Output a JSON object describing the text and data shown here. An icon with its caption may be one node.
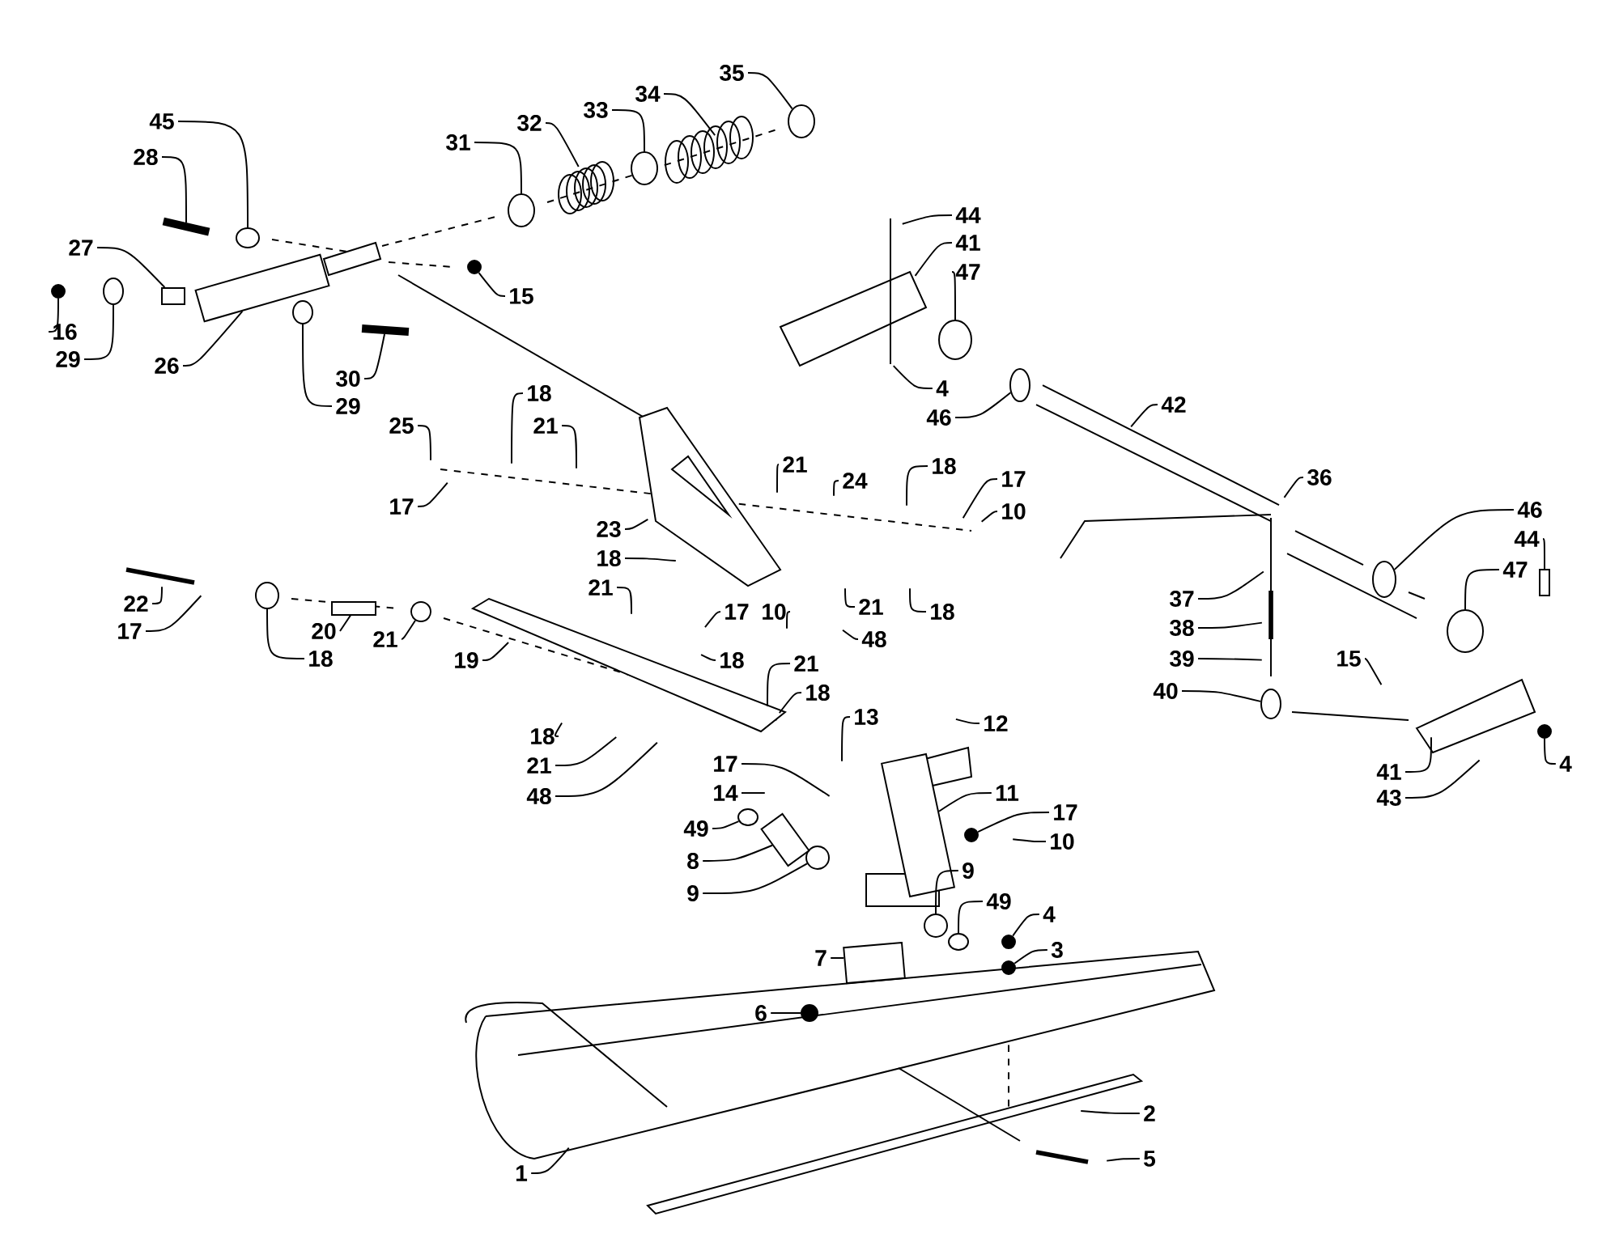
{
  "diagram": {
    "nodes": [
      {
        "text": [
          "45"
        ]
      },
      {
        "text": [
          "28"
        ]
      },
      {
        "text": [
          "27"
        ]
      },
      {
        "text": [
          "16"
        ]
      },
      {
        "text": [
          "29"
        ]
      },
      {
        "text": [
          "26"
        ]
      },
      {
        "text": [
          "31"
        ]
      },
      {
        "text": [
          "32"
        ]
      },
      {
        "text": [
          "33"
        ]
      },
      {
        "text": [
          "34"
        ]
      },
      {
        "text": [
          "35"
        ]
      },
      {
        "text": [
          "15"
        ]
      },
      {
        "text": [
          "30"
        ]
      },
      {
        "text": [
          "29"
        ]
      },
      {
        "text": [
          "44"
        ]
      },
      {
        "text": [
          "41"
        ]
      },
      {
        "text": [
          "47"
        ]
      },
      {
        "text": [
          "4"
        ]
      },
      {
        "text": [
          "46"
        ]
      },
      {
        "text": [
          "42"
        ]
      },
      {
        "text": [
          "36"
        ]
      },
      {
        "text": [
          "18"
        ]
      },
      {
        "text": [
          "21"
        ]
      },
      {
        "text": [
          "25"
        ]
      },
      {
        "text": [
          "17"
        ]
      },
      {
        "text": [
          "21"
        ]
      },
      {
        "text": [
          "24"
        ]
      },
      {
        "text": [
          "18"
        ]
      },
      {
        "text": [
          "17"
        ]
      },
      {
        "text": [
          "10"
        ]
      },
      {
        "text": [
          "23"
        ]
      },
      {
        "text": [
          "18"
        ]
      },
      {
        "text": [
          "21"
        ]
      },
      {
        "text": [
          "22"
        ]
      },
      {
        "text": [
          "17"
        ]
      },
      {
        "text": [
          "20"
        ]
      },
      {
        "text": [
          "18"
        ]
      },
      {
        "text": [
          "21"
        ]
      },
      {
        "text": [
          "19"
        ]
      },
      {
        "text": [
          "17"
        ]
      },
      {
        "text": [
          "10"
        ]
      },
      {
        "text": [
          "21"
        ]
      },
      {
        "text": [
          "18"
        ]
      },
      {
        "text": [
          "48"
        ]
      },
      {
        "text": [
          "18"
        ]
      },
      {
        "text": [
          "21"
        ]
      },
      {
        "text": [
          "18"
        ]
      },
      {
        "text": [
          "13"
        ]
      },
      {
        "text": [
          "12"
        ]
      },
      {
        "text": [
          "18"
        ]
      },
      {
        "text": [
          "21"
        ]
      },
      {
        "text": [
          "48"
        ]
      },
      {
        "text": [
          "17"
        ]
      },
      {
        "text": [
          "14"
        ]
      },
      {
        "text": [
          "11"
        ]
      },
      {
        "text": [
          "49"
        ]
      },
      {
        "text": [
          "17"
        ]
      },
      {
        "text": [
          "10"
        ]
      },
      {
        "text": [
          "8"
        ]
      },
      {
        "text": [
          "9"
        ]
      },
      {
        "text": [
          "9"
        ]
      },
      {
        "text": [
          "49"
        ]
      },
      {
        "text": [
          "4"
        ]
      },
      {
        "text": [
          "3"
        ]
      },
      {
        "text": [
          "7"
        ]
      },
      {
        "text": [
          "6"
        ]
      },
      {
        "text": [
          "2"
        ]
      },
      {
        "text": [
          "5"
        ]
      },
      {
        "text": [
          "1"
        ]
      },
      {
        "text": [
          "46"
        ]
      },
      {
        "text": [
          "44"
        ]
      },
      {
        "text": [
          "47"
        ]
      },
      {
        "text": [
          "37"
        ]
      },
      {
        "text": [
          "38"
        ]
      },
      {
        "text": [
          "39"
        ]
      },
      {
        "text": [
          "40"
        ]
      },
      {
        "text": [
          "15"
        ]
      },
      {
        "text": [
          "41"
        ]
      },
      {
        "text": [
          "43"
        ]
      },
      {
        "text": [
          "4"
        ]
      },
      {
        "text": [],
        "shape": "circle"
      },
      {
        "text": [],
        "shape": "circle"
      },
      {
        "text": [],
        "shape": "circle"
      },
      {
        "text": [],
        "shape": "circle"
      },
      {
        "text": [],
        "shape": "circle"
      },
      {
        "text": [],
        "shape": "circle"
      },
      {
        "text": [],
        "shape": "circle"
      },
      {
        "text": [],
        "shape": "circle"
      },
      {
        "text": [],
        "shape": "circle"
      },
      {
        "text": [],
        "shape": "circle"
      },
      {
        "text": [],
        "shape": "circle"
      },
      {
        "text": [],
        "shape": "circle"
      },
      {
        "text": [],
        "shape": "circle"
      },
      {
        "text": [],
        "shape": "circle"
      },
      {
        "text": [],
        "shape": "circle"
      },
      {
        "text": [],
        "shape": "circle"
      },
      {
        "text": [],
        "shape": "circle"
      },
      {
        "text": [],
        "shape": "circle"
      },
      {
        "text": [],
        "shape": "circle"
      },
      {
        "text": [],
        "shape": "circle"
      },
      {
        "text": [],
        "shape": "circle"
      },
      {
        "text": [],
        "shape": "circle"
      },
      {
        "text": [],
        "shape": "circle"
      },
      {
        "text": [],
        "shape": "circle"
      },
      {
        "text": [],
        "shape": "bar"
      },
      {
        "text": [],
        "shape": "bar"
      },
      {
        "text": [],
        "shape": "bar"
      },
      {
        "text": [],
        "shape": "box"
      },
      {
        "text": [],
        "shape": "box"
      },
      {
        "text": [],
        "shape": "box"
      },
      {
        "text": [],
        "shape": "box"
      },
      {
        "text": [],
        "shape": "box"
      }
    ],
    "edges": [
      {
        "from": 0,
        "to": 82,
        "arrow": "none"
      },
      {
        "from": 1,
        "to": 104,
        "arrow": "none"
      },
      {
        "from": 2,
        "to": 107,
        "arrow": "none"
      },
      {
        "from": 3,
        "to": 80,
        "arrow": "none"
      },
      {
        "from": 4,
        "to": 81,
        "arrow": "none"
      },
      {
        "from": 5,
        "to": 108,
        "arrow": "none"
      },
      {
        "from": 6,
        "to": 87,
        "arrow": "none"
      },
      {
        "from": 7,
        "to": null,
        "arrow": "none"
      },
      {
        "from": 8,
        "to": 88,
        "arrow": "none"
      },
      {
        "from": 9,
        "to": null,
        "arrow": "none"
      },
      {
        "from": 10,
        "to": 90,
        "arrow": "none"
      },
      {
        "from": 11,
        "to": 86,
        "arrow": "none"
      },
      {
        "from": 12,
        "to": 105,
        "arrow": "none"
      },
      {
        "from": 13,
        "to": 84,
        "arrow": "none"
      },
      {
        "from": 14,
        "to": null,
        "arrow": "none"
      },
      {
        "from": 15,
        "to": null,
        "arrow": "none"
      },
      {
        "from": 16,
        "to": 94,
        "arrow": "none"
      },
      {
        "from": 17,
        "to": null,
        "arrow": "none"
      },
      {
        "from": 18,
        "to": 99,
        "arrow": "none"
      },
      {
        "from": 19,
        "to": null,
        "arrow": "none"
      },
      {
        "from": 20,
        "to": null,
        "arrow": "none"
      },
      {
        "from": 21,
        "to": null,
        "arrow": "none"
      },
      {
        "from": 22,
        "to": null,
        "arrow": "none"
      },
      {
        "from": 23,
        "to": null,
        "arrow": "none"
      },
      {
        "from": 24,
        "to": null,
        "arrow": "none"
      },
      {
        "from": 25,
        "to": null,
        "arrow": "none"
      },
      {
        "from": 26,
        "to": null,
        "arrow": "none"
      },
      {
        "from": 27,
        "to": null,
        "arrow": "none"
      },
      {
        "from": 28,
        "to": null,
        "arrow": "none"
      },
      {
        "from": 29,
        "to": null,
        "arrow": "none"
      },
      {
        "from": 30,
        "to": null,
        "arrow": "none"
      },
      {
        "from": 31,
        "to": null,
        "arrow": "none"
      },
      {
        "from": 32,
        "to": null,
        "arrow": "none"
      },
      {
        "from": 33,
        "to": null,
        "arrow": "none"
      },
      {
        "from": 34,
        "to": null,
        "arrow": "none"
      },
      {
        "from": 35,
        "to": null,
        "arrow": "none"
      },
      {
        "from": 36,
        "to": 83,
        "arrow": "none"
      },
      {
        "from": 37,
        "to": 85,
        "arrow": "none"
      },
      {
        "from": 38,
        "to": null,
        "arrow": "none"
      },
      {
        "from": 39,
        "to": null,
        "arrow": "none"
      },
      {
        "from": 40,
        "to": null,
        "arrow": "none"
      },
      {
        "from": 41,
        "to": null,
        "arrow": "none"
      },
      {
        "from": 42,
        "to": null,
        "arrow": "none"
      },
      {
        "from": 43,
        "to": null,
        "arrow": "none"
      },
      {
        "from": 44,
        "to": null,
        "arrow": "none"
      },
      {
        "from": 45,
        "to": null,
        "arrow": "none"
      },
      {
        "from": 46,
        "to": null,
        "arrow": "none"
      },
      {
        "from": 47,
        "to": null,
        "arrow": "none"
      },
      {
        "from": 48,
        "to": null,
        "arrow": "none"
      },
      {
        "from": 49,
        "to": null,
        "arrow": "none"
      },
      {
        "from": 50,
        "to": null,
        "arrow": "none"
      },
      {
        "from": 51,
        "to": null,
        "arrow": "none"
      },
      {
        "from": 52,
        "to": null,
        "arrow": "none"
      },
      {
        "from": 53,
        "to": null,
        "arrow": "none"
      },
      {
        "from": 54,
        "to": 110,
        "arrow": "none"
      },
      {
        "from": 55,
        "to": 89,
        "arrow": "none"
      },
      {
        "from": 56,
        "to": 96,
        "arrow": "none"
      },
      {
        "from": 57,
        "to": null,
        "arrow": "none"
      },
      {
        "from": 58,
        "to": 109,
        "arrow": "none"
      },
      {
        "from": 59,
        "to": 92,
        "arrow": "none"
      },
      {
        "from": 60,
        "to": 93,
        "arrow": "none"
      },
      {
        "from": 61,
        "to": 95,
        "arrow": "none"
      },
      {
        "from": 62,
        "to": 97,
        "arrow": "none"
      },
      {
        "from": 63,
        "to": 98,
        "arrow": "none"
      },
      {
        "from": 64,
        "to": 111,
        "arrow": "none"
      },
      {
        "from": 65,
        "to": 91,
        "arrow": "none"
      },
      {
        "from": 66,
        "to": null,
        "arrow": "none"
      },
      {
        "from": 67,
        "to": null,
        "arrow": "none"
      },
      {
        "from": 68,
        "to": null,
        "arrow": "none"
      },
      {
        "from": 69,
        "to": 101,
        "arrow": "none"
      },
      {
        "from": 70,
        "to": 106,
        "arrow": "none"
      },
      {
        "from": 71,
        "to": 102,
        "arrow": "none"
      },
      {
        "from": 72,
        "to": null,
        "arrow": "none"
      },
      {
        "from": 73,
        "to": null,
        "arrow": "none"
      },
      {
        "from": 74,
        "to": null,
        "arrow": "none"
      },
      {
        "from": 75,
        "to": 100,
        "arrow": "none"
      },
      {
        "from": 76,
        "to": null,
        "arrow": "none"
      },
      {
        "from": 77,
        "to": null,
        "arrow": "none"
      },
      {
        "from": 78,
        "to": null,
        "arrow": "none"
      },
      {
        "from": 79,
        "to": 103,
        "arrow": "none"
      }
    ]
  }
}
